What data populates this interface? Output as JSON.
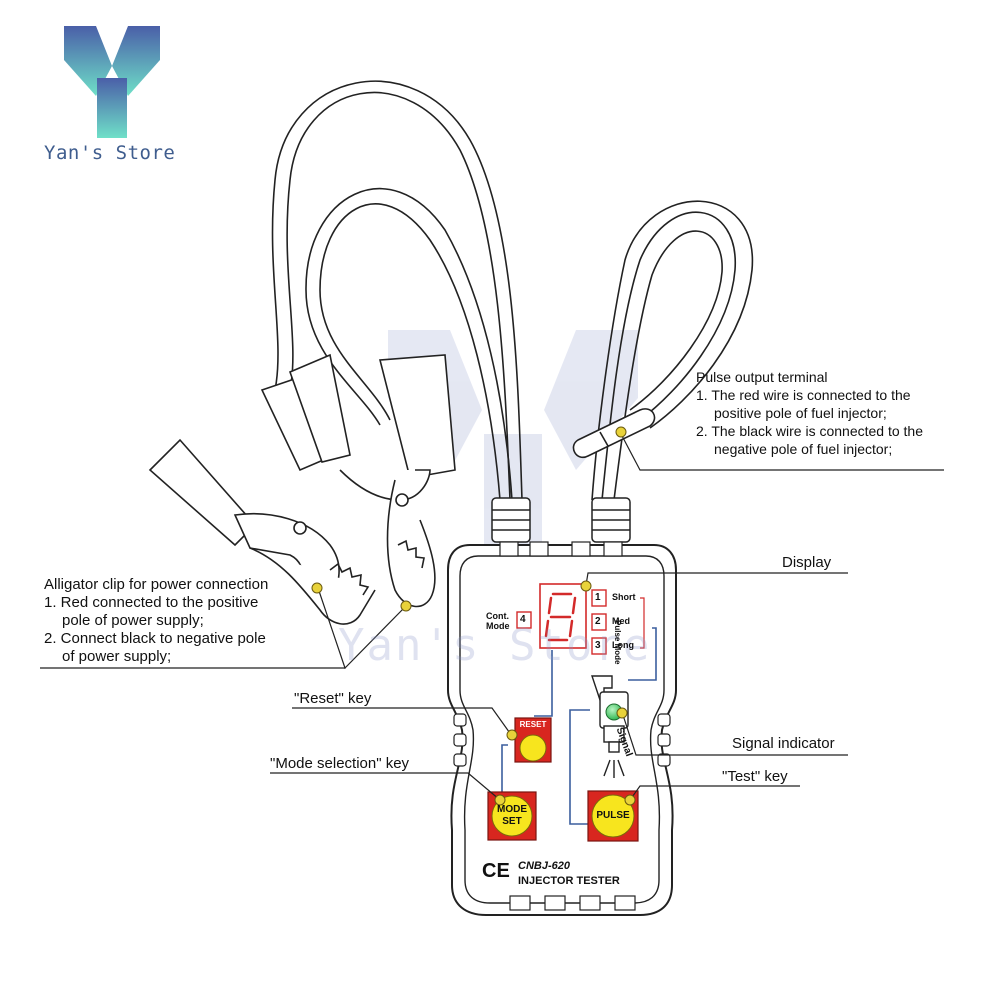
{
  "brand": {
    "name": "Yan's Store",
    "watermark": "Yan's Store",
    "logo_colors": {
      "top": "#4a5fa8",
      "bottom": "#6fe0c8"
    }
  },
  "callouts": {
    "pulse_output": {
      "title": "Pulse output terminal",
      "items": [
        "1. The red wire is connected to the",
        "positive pole of fuel injector;",
        "2. The black wire is connected to the",
        "negative pole of fuel injector;"
      ]
    },
    "alligator": {
      "title": "Alligator clip for power connection",
      "items": [
        "1. Red connected to the positive",
        "pole of power supply;",
        "2. Connect black to negative pole",
        "of power supply;"
      ]
    },
    "display": "Display",
    "reset_key": "\"Reset\" key",
    "mode_key": "\"Mode selection\" key",
    "signal_indicator": "Signal indicator",
    "test_key": "\"Test\" key"
  },
  "device": {
    "display_digit": "8",
    "cont_mode_label_1": "Cont.",
    "cont_mode_label_2": "Mode",
    "cont_mode_num": "4",
    "modes": [
      {
        "num": "1",
        "label": "Short"
      },
      {
        "num": "2",
        "label": "Med"
      },
      {
        "num": "3",
        "label": "Long"
      }
    ],
    "pulse_mode_label": "Pulse Mode",
    "signal_label": "Signal",
    "reset_label": "RESET",
    "mode_set_line1": "MODE",
    "mode_set_line2": "SET",
    "pulse_label": "PULSE",
    "ce_mark": "CE",
    "model": "CNBJ-620",
    "product": "INJECTOR TESTER"
  },
  "colors": {
    "button_red": "#d8261f",
    "button_yellow": "#f7e51e",
    "display_red": "#d32a2a",
    "signal_green": "#29b34a",
    "leader_yellow": "#c9a82b",
    "link_blue": "#3b5f9e"
  }
}
